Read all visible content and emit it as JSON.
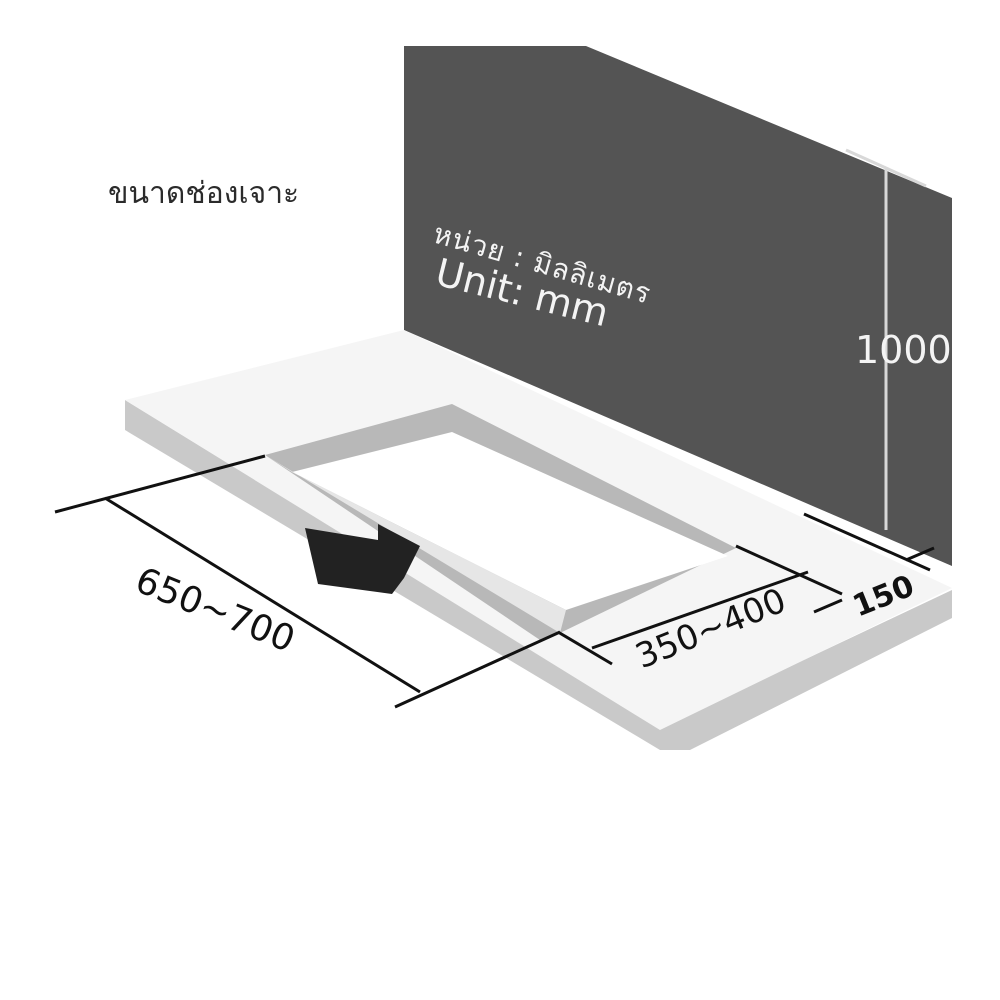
{
  "title": "ขนาดช่องเจาะ",
  "unit": {
    "thai": "หน่วย : มิลลิเมตร",
    "english": "Unit: mm"
  },
  "dimensions": {
    "wall_height": "1000",
    "depth_range": "650~700",
    "cutout_width_range": "350~400",
    "wall_offset": "150"
  },
  "icons": {
    "direction_arrow": "arrow-down-left-icon"
  },
  "colors": {
    "wall": "#545454",
    "counter_top": "#f5f5f5",
    "counter_edge": "#c9c9c9",
    "cutout": "#ffffff",
    "lines": "#111111"
  }
}
